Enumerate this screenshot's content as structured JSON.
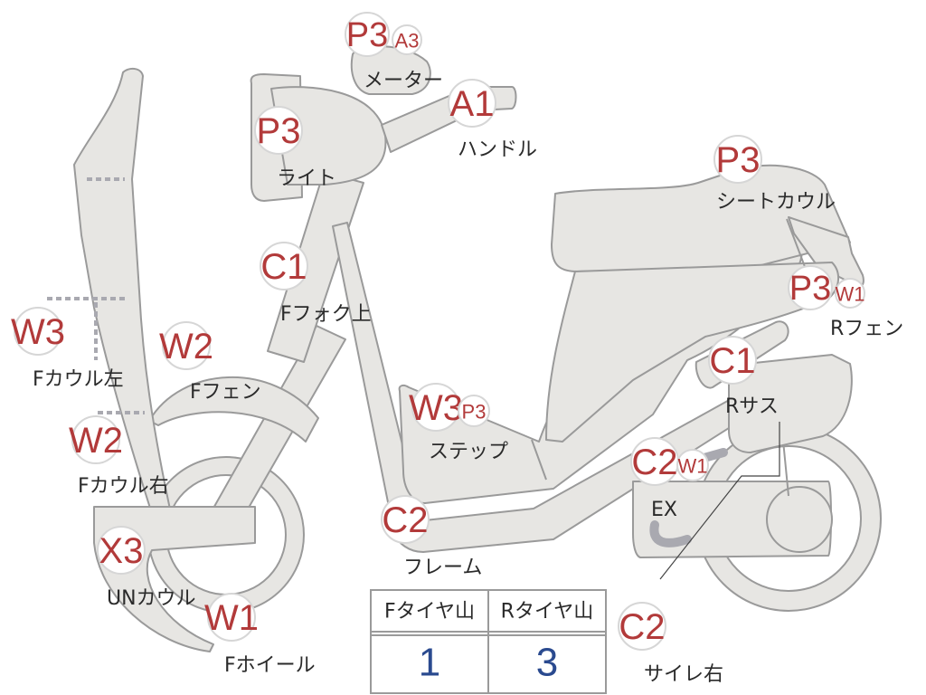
{
  "parts": {
    "meter": {
      "codes": [
        "P3",
        "A3"
      ],
      "label": "メーター"
    },
    "handle": {
      "codes": [
        "A1"
      ],
      "label": "ハンドル"
    },
    "light": {
      "codes": [
        "P3"
      ],
      "label": "ライト"
    },
    "seat_cowl": {
      "codes": [
        "P3"
      ],
      "label": "シートカウル"
    },
    "f_fork_upper": {
      "codes": [
        "C1"
      ],
      "label": "Fフォク上"
    },
    "r_fender": {
      "codes": [
        "P3",
        "W1"
      ],
      "label": "Rフェン"
    },
    "f_cowl_left": {
      "codes": [
        "W3"
      ],
      "label": "Fカウル左"
    },
    "f_fender": {
      "codes": [
        "W2"
      ],
      "label": "Fフェン"
    },
    "r_sus": {
      "codes": [
        "C1"
      ],
      "label": "Rサス"
    },
    "step": {
      "codes": [
        "W3",
        "P3"
      ],
      "label": "ステップ"
    },
    "f_cowl_right": {
      "codes": [
        "W2"
      ],
      "label": "Fカウル右"
    },
    "ex": {
      "codes": [
        "C2",
        "W1"
      ],
      "label": "EX"
    },
    "frame": {
      "codes": [
        "C2"
      ],
      "label": "フレーム"
    },
    "un_cowl": {
      "codes": [
        "X3"
      ],
      "label": "UNカウル"
    },
    "f_wheel": {
      "codes": [
        "W1"
      ],
      "label": "Fホイール"
    },
    "silencer_right": {
      "codes": [
        "C2"
      ],
      "label": "サイレ右"
    }
  },
  "tire_table": {
    "headers": [
      "Fタイヤ山",
      "Rタイヤ山"
    ],
    "values": [
      "1",
      "3"
    ]
  },
  "colors": {
    "code": "#b23a3a",
    "part_fill": "#e7e6e3",
    "outline": "#9a9a9a",
    "value": "#2a4a8f"
  }
}
